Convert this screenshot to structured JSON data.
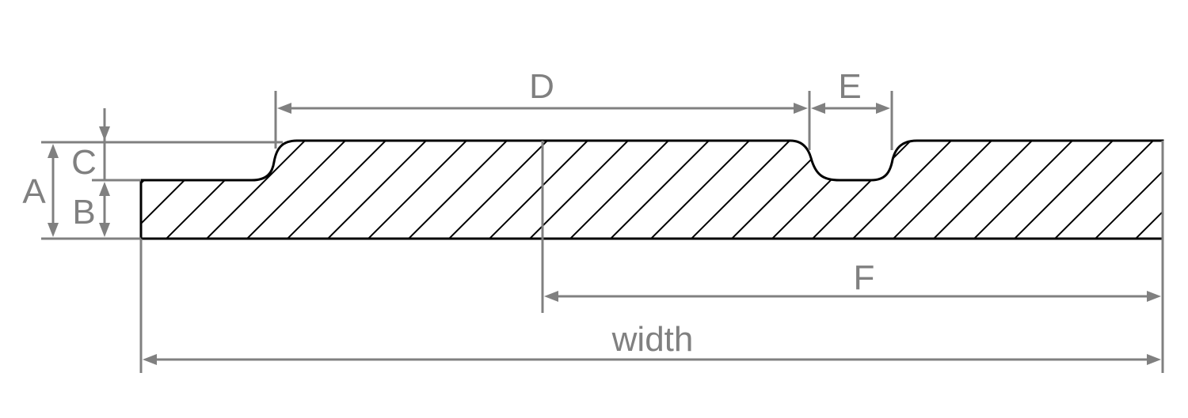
{
  "diagram": {
    "type": "profile cross-section with dimensions",
    "labels": {
      "A": "A",
      "B": "B",
      "C": "C",
      "D": "D",
      "E": "E",
      "F": "F",
      "width": "width"
    },
    "colors": {
      "dimension": "#808080",
      "outline": "#000000",
      "background": "#ffffff"
    }
  }
}
